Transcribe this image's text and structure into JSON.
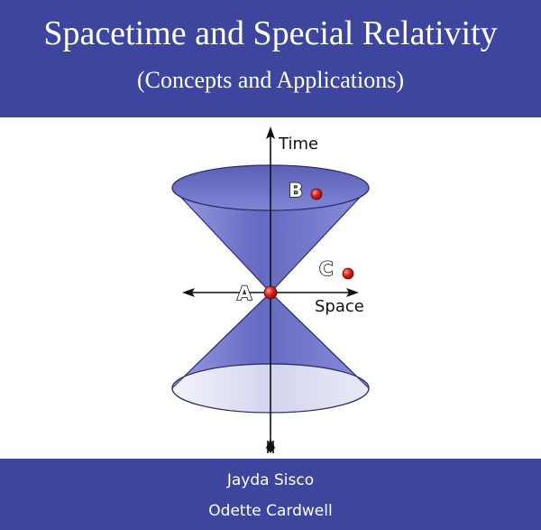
{
  "cover": {
    "title": "Spacetime and Special Relativity",
    "subtitle": "(Concepts and Applications)",
    "authors": [
      "Jayda Sisco",
      "Odette Cardwell"
    ]
  },
  "diagram": {
    "axis_time_label": "Time",
    "axis_space_label": "Space",
    "point_labels": {
      "a": "A",
      "b": "B",
      "c": "C"
    }
  },
  "colors": {
    "banner": "#3e459e",
    "cone_fill": "#6f73c9",
    "point": "#e0201c"
  }
}
